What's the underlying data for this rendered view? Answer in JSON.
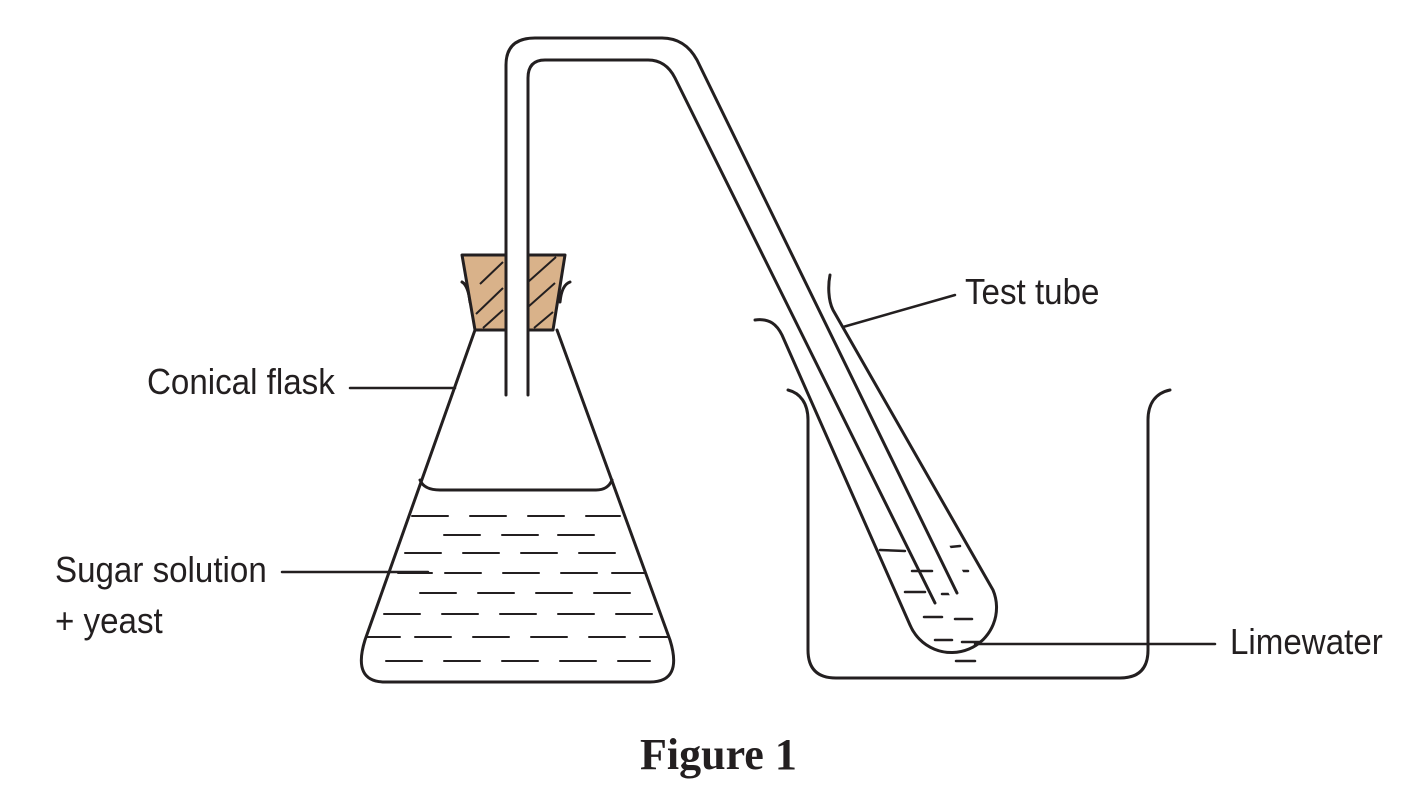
{
  "labels": {
    "conical_flask": "Conical flask",
    "sugar_solution_line1": "Sugar solution",
    "sugar_solution_line2": "+ yeast",
    "test_tube": "Test tube",
    "limewater": "Limewater"
  },
  "caption": "Figure 1",
  "colors": {
    "line": "#231f20",
    "stopper": "#d9b28a",
    "background": "#ffffff"
  }
}
